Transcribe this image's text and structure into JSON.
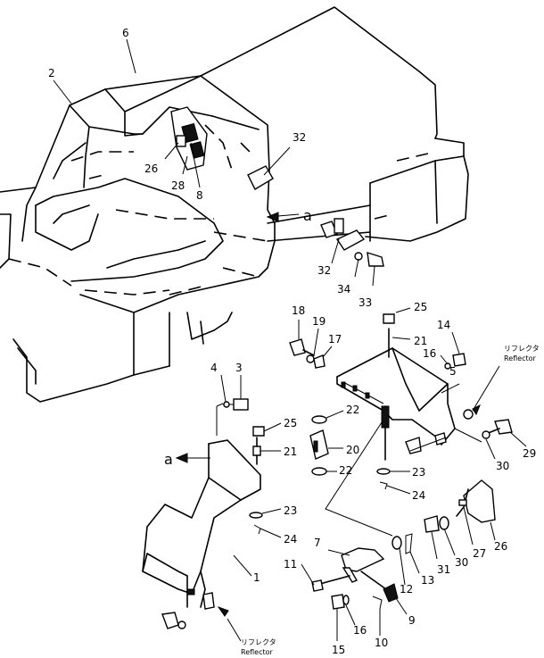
{
  "callouts": {
    "c6": "6",
    "c2": "2",
    "c32a": "32",
    "c26a": "26",
    "c28": "28",
    "c8": "8",
    "c32b": "32",
    "c34": "34",
    "c33": "33",
    "c18": "18",
    "c19": "19",
    "c17": "17",
    "c25a": "25",
    "c21a": "21",
    "c14": "14",
    "c16a": "16",
    "c5": "5",
    "c4": "4",
    "c3": "3",
    "c25b": "25",
    "c21b": "21",
    "c22a": "22",
    "c20": "20",
    "c22b": "22",
    "c23a": "23",
    "c24a": "24",
    "c23b": "23",
    "c24b": "24",
    "c30a": "30",
    "c29": "29",
    "c1": "1",
    "c7": "7",
    "c11": "11",
    "c12": "12",
    "c13": "13",
    "c31": "31",
    "c30b": "30",
    "c27": "27",
    "c26b": "26",
    "c9": "9",
    "c16b": "16",
    "c10": "10",
    "c15": "15"
  },
  "markers": {
    "view_a_top": "a",
    "view_a_left": "a"
  },
  "reflector_right": {
    "jp": "リフレクタ",
    "en": "Reflector"
  },
  "reflector_bottom": {
    "jp": "リフレクタ",
    "en": "Reflector"
  }
}
